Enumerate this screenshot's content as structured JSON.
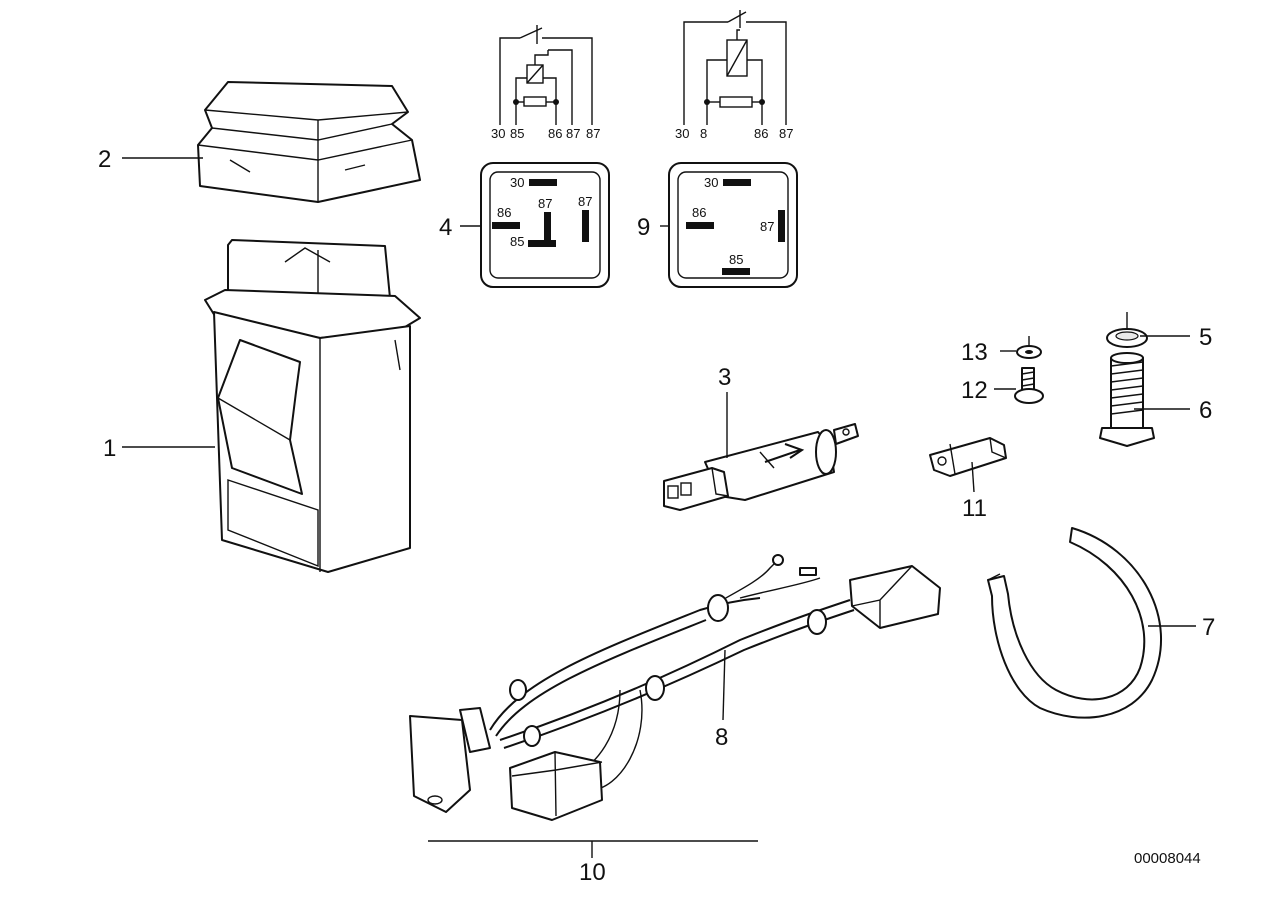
{
  "callouts": {
    "c1": "1",
    "c2": "2",
    "c3": "3",
    "c4": "4",
    "c5": "5",
    "c6": "6",
    "c7": "7",
    "c8": "8",
    "c9": "9",
    "c10": "10",
    "c11": "11",
    "c12": "12",
    "c13": "13"
  },
  "relay_a": {
    "schematic_pins": [
      "30",
      "85",
      "86",
      "87",
      "87"
    ],
    "face_pins": {
      "p30": "30",
      "p86": "86",
      "p87a": "87",
      "p87b": "87",
      "p85": "85"
    }
  },
  "relay_b": {
    "schematic_pins": [
      "30",
      "8",
      "86",
      "87"
    ],
    "face_pins": {
      "p30": "30",
      "p86": "86",
      "p87": "87",
      "p85": "85"
    }
  },
  "drawing_number": "00008044"
}
